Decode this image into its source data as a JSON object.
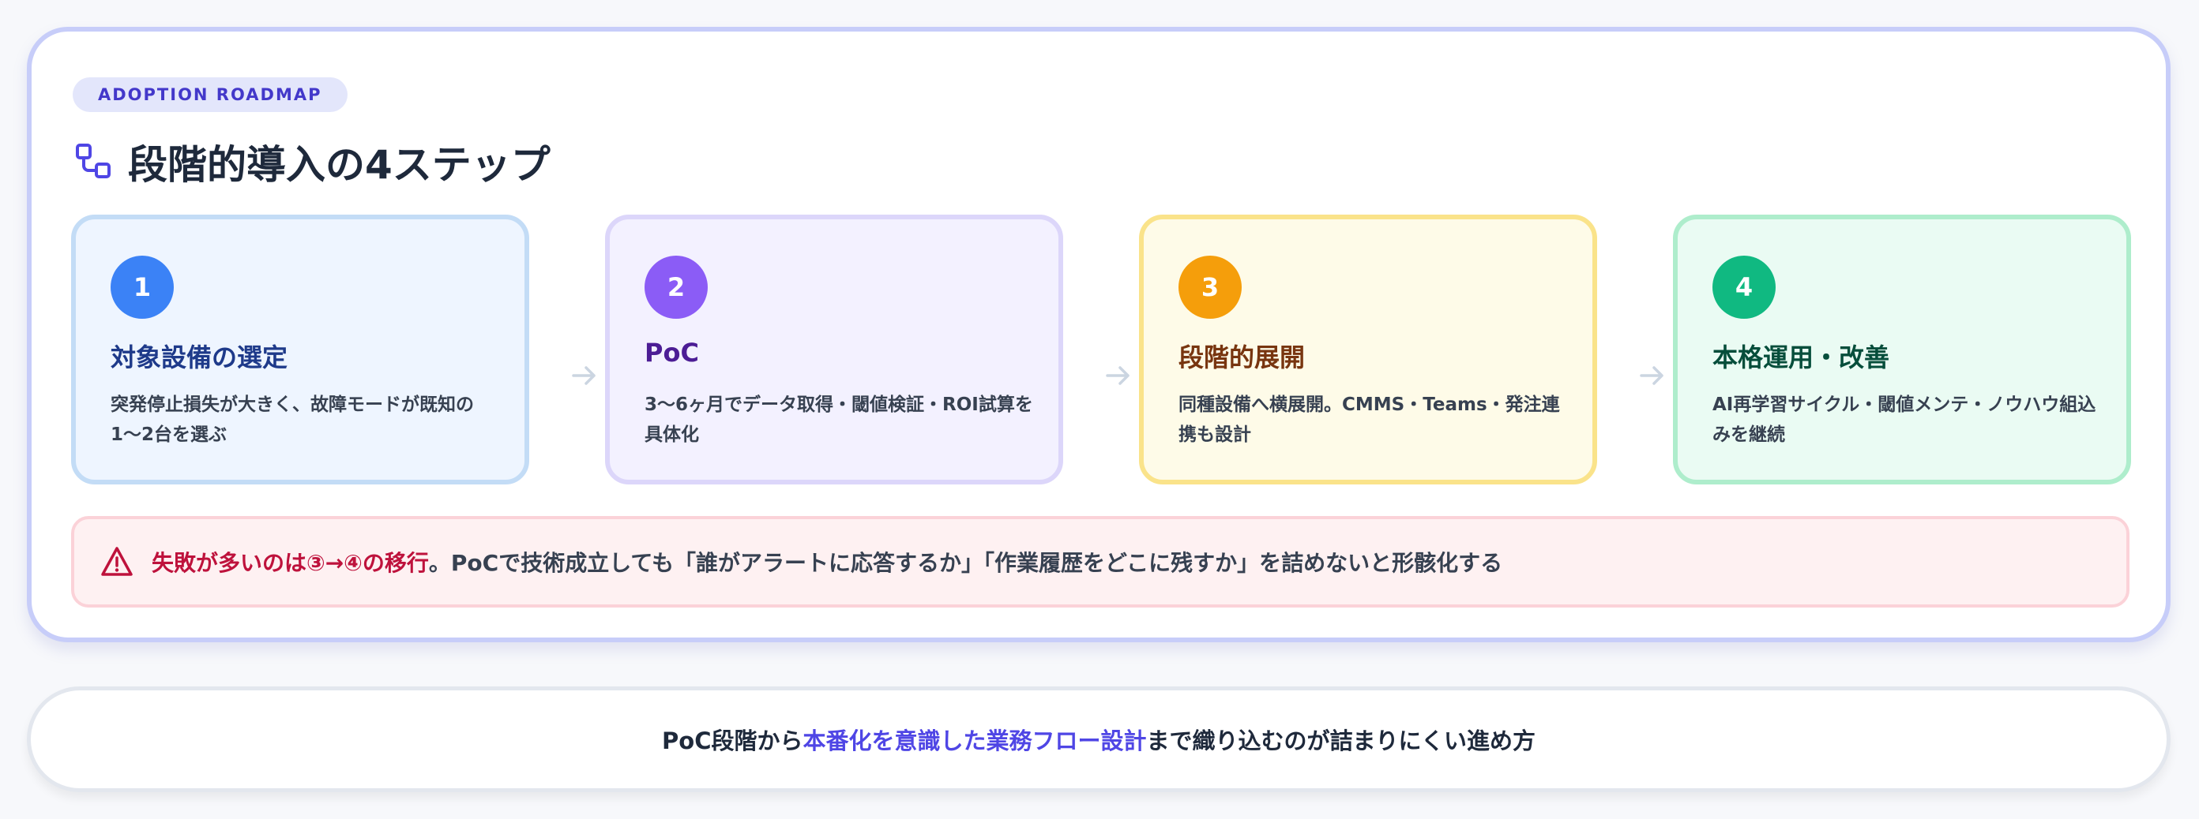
{
  "header": {
    "badge": "ADOPTION ROADMAP",
    "title": "段階的導入の4ステップ"
  },
  "steps": [
    {
      "number": "1",
      "title": "対象設備の選定",
      "desc": "突発停止損失が大きく、故障モードが既知の1〜2台を選ぶ"
    },
    {
      "number": "2",
      "title": "PoC",
      "desc": "3〜6ヶ月でデータ取得・閾値検証・ROI試算を具体化"
    },
    {
      "number": "3",
      "title": "段階的展開",
      "desc": "同種設備へ横展開。CMMS・Teams・発注連携も設計"
    },
    {
      "number": "4",
      "title": "本格運用・改善",
      "desc": "AI再学習サイクル・閾値メンテ・ノウハウ組込みを継続"
    }
  ],
  "warning": {
    "strong": "失敗が多いのは③→④の移行",
    "text": "。PoCで技術成立しても「誰がアラートに応答するか」「作業履歴をどこに残すか」を詰めないと形骸化する"
  },
  "footer": {
    "prefix": "PoC段階から",
    "accent": "本番化を意識した業務フロー設計",
    "suffix": "まで織り込むのが詰まりにくい進め方"
  },
  "colors": {
    "accent": "#4f46e5",
    "step1": "#3b82f6",
    "step2": "#8b5cf6",
    "step3": "#f59e0b",
    "step4": "#10b981",
    "warning": "#be123c"
  },
  "icons": {
    "title": "workflow-icon",
    "arrow": "arrow-right-icon",
    "warning": "warning-triangle-icon"
  }
}
